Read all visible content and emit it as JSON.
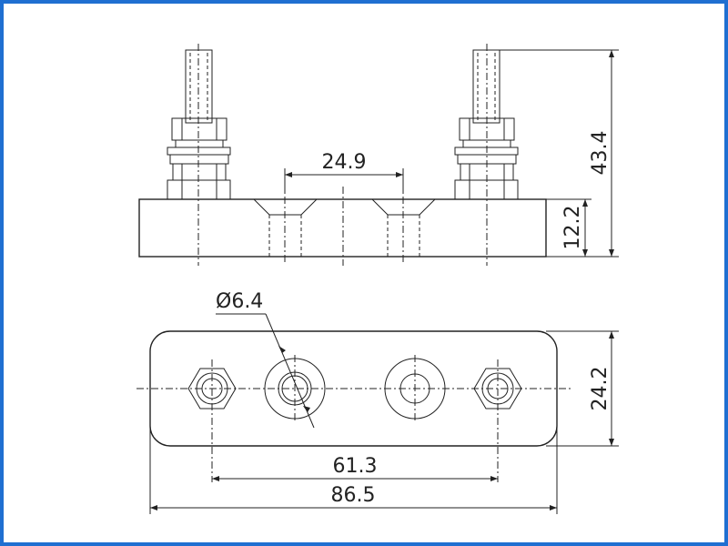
{
  "colors": {
    "frame": "#1f6fd1",
    "line": "#222222",
    "background": "#ffffff"
  },
  "dimensions": {
    "stud_spacing_top": "24.9",
    "total_height": "43.4",
    "base_height": "12.2",
    "hole_diameter": "Ø6.4",
    "width": "24.2",
    "stud_spacing_bottom": "61.3",
    "total_length": "86.5"
  }
}
